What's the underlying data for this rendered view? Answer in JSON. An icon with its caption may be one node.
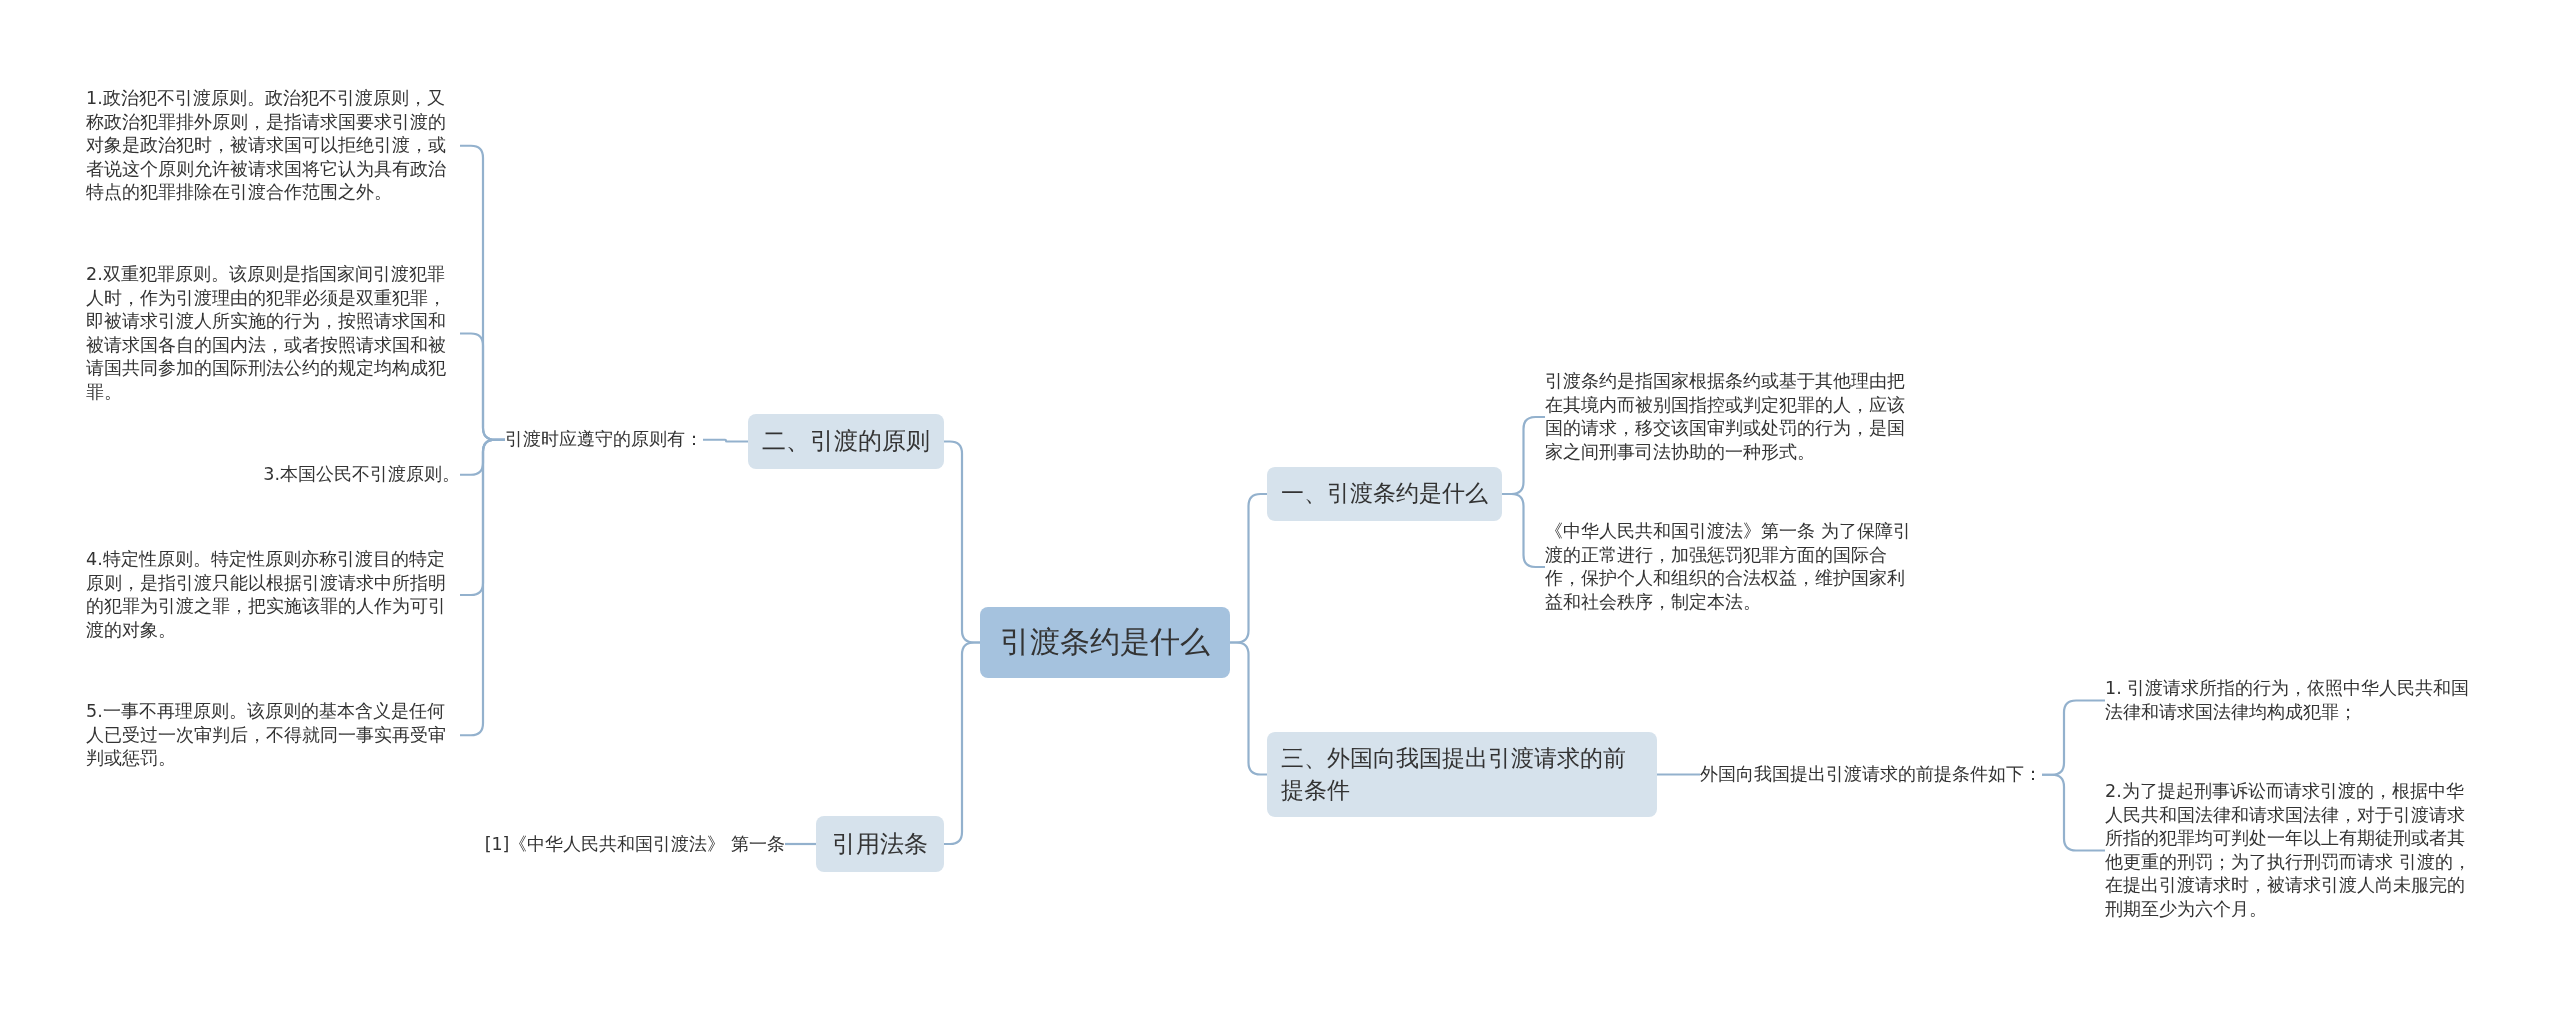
{
  "diagram": {
    "nodes": [
      {
        "text": [
          "引渡条约是什么"
        ]
      },
      {
        "text": [
          "二、引渡的原则"
        ]
      },
      {
        "text": [
          "引渡时应遵守的原则有："
        ]
      },
      {
        "text": [
          "1.政治犯不引渡原则。政治犯不引渡原则，又称政治犯罪排外原则，是指请求国要求引渡的对象是政治犯时，被请求国可以拒绝引渡，或者说这个原则允许被请求国将它认为具有政治特点的犯罪排除在引渡合作范围之外。"
        ]
      },
      {
        "text": [
          "2.双重犯罪原则。该原则是指国家间引渡犯罪人时，作为引渡理由的犯罪必须是双重犯罪，即被请求引渡人所实施的行为，按照请求国和被请求国各自的国内法，或者按照请求国和被请国共同参加的国际刑法公约的规定均构成犯罪。"
        ]
      },
      {
        "text": [
          "3.本国公民不引渡原则。"
        ]
      },
      {
        "text": [
          "4.特定性原则。特定性原则亦称引渡目的特定原则，是指引渡只能以根据引渡请求中所指明的犯罪为引渡之罪，把实施该罪的人作为可引渡的对象。"
        ]
      },
      {
        "text": [
          "5.一事不再理原则。该原则的基本含义是任何人已受过一次审判后，不得就同一事实再受审判或惩罚。"
        ]
      },
      {
        "text": [
          "引用法条"
        ]
      },
      {
        "text": [
          "[1]《中华人民共和国引渡法》 第一条"
        ]
      },
      {
        "text": [
          "一、引渡条约是什么"
        ]
      },
      {
        "text": [
          "引渡条约是指国家根据条约或基于其他理由把在其境内而被别国指控或判定犯罪的人，应该国的请求，移交该国审判或处罚的行为，是国家之间刑事司法协助的一种形式。"
        ]
      },
      {
        "text": [
          "《中华人民共和国引渡法》第一条 为了保障引渡的正常进行，加强惩罚犯罪方面的国际合作，保护个人和组织的合法权益，维护国家利益和社会秩序，制定本法。"
        ]
      },
      {
        "text": [
          "三、外国向我国提出引渡请求的前提条件"
        ]
      },
      {
        "text": [
          "外国向我国提出引渡请求的前提条件如下："
        ]
      },
      {
        "text": [
          "1. 引渡请求所指的行为，依照中华人民共和国法律和请求国法律均构成犯罪；"
        ]
      },
      {
        "text": [
          "2.为了提起刑事诉讼而请求引渡的，根据中华人民共和国法律和请求国法律，对于引渡请求所指的犯罪均可判处一年以上有期徒刑或者其他更重的刑罚；为了执行刑罚而请求 引渡的，在提出引渡请求时，被请求引渡人尚未服完的刑期至少为六个月。"
        ]
      }
    ],
    "edges": [
      {
        "from": 0,
        "to": 1,
        "arrow": "none"
      },
      {
        "from": 0,
        "to": 8,
        "arrow": "none"
      },
      {
        "from": 0,
        "to": 10,
        "arrow": "none"
      },
      {
        "from": 0,
        "to": 13,
        "arrow": "none"
      },
      {
        "from": 1,
        "to": 2,
        "arrow": "none"
      },
      {
        "from": 2,
        "to": 3,
        "arrow": "none"
      },
      {
        "from": 2,
        "to": 4,
        "arrow": "none"
      },
      {
        "from": 2,
        "to": 5,
        "arrow": "none"
      },
      {
        "from": 2,
        "to": 6,
        "arrow": "none"
      },
      {
        "from": 2,
        "to": 7,
        "arrow": "none"
      },
      {
        "from": 8,
        "to": 9,
        "arrow": "none"
      },
      {
        "from": 10,
        "to": 11,
        "arrow": "none"
      },
      {
        "from": 10,
        "to": 12,
        "arrow": "none"
      },
      {
        "from": 13,
        "to": 14,
        "arrow": "none"
      },
      {
        "from": 14,
        "to": 15,
        "arrow": "none"
      },
      {
        "from": 14,
        "to": 16,
        "arrow": "none"
      }
    ]
  }
}
